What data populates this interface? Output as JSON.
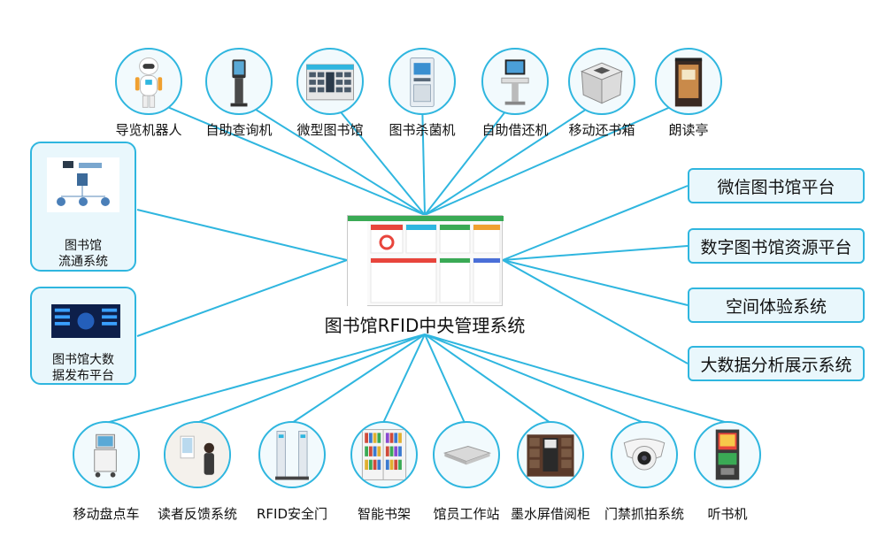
{
  "center": {
    "title": "图书馆RFID中央管理系统"
  },
  "top_devices": [
    {
      "label": "导览机器人",
      "icon": "robot-icon"
    },
    {
      "label": "自助查询机",
      "icon": "kiosk-icon"
    },
    {
      "label": "微型图书馆",
      "icon": "mini-library-icon"
    },
    {
      "label": "图书杀菌机",
      "icon": "sterilizer-icon"
    },
    {
      "label": "自助借还机",
      "icon": "self-service-icon"
    },
    {
      "label": "移动还书箱",
      "icon": "return-box-icon"
    },
    {
      "label": "朗读亭",
      "icon": "reading-booth-icon"
    }
  ],
  "left_systems": [
    {
      "label_line1": "图书馆",
      "label_line2": "流通系统",
      "icon": "network-diagram-icon"
    },
    {
      "label_line1": "图书馆大数",
      "label_line2": "据发布平台",
      "icon": "dashboard-icon"
    }
  ],
  "right_platforms": [
    {
      "label": "微信图书馆平台"
    },
    {
      "label": "数字图书馆资源平台"
    },
    {
      "label": "空间体验系统"
    },
    {
      "label": "大数据分析展示系统"
    }
  ],
  "bottom_devices": [
    {
      "label": "移动盘点车",
      "icon": "inventory-cart-icon"
    },
    {
      "label": "读者反馈系统",
      "icon": "feedback-icon"
    },
    {
      "label": "RFID安全门",
      "icon": "security-gate-icon"
    },
    {
      "label": "智能书架",
      "icon": "bookshelf-icon"
    },
    {
      "label": "馆员工作站",
      "icon": "workstation-icon"
    },
    {
      "label": "墨水屏借阅柜",
      "icon": "locker-icon"
    },
    {
      "label": "门禁抓拍系统",
      "icon": "camera-icon"
    },
    {
      "label": "听书机",
      "icon": "audiobook-icon"
    }
  ],
  "colors": {
    "line": "#2fb6df",
    "box_fill": "#e9f7fc"
  }
}
